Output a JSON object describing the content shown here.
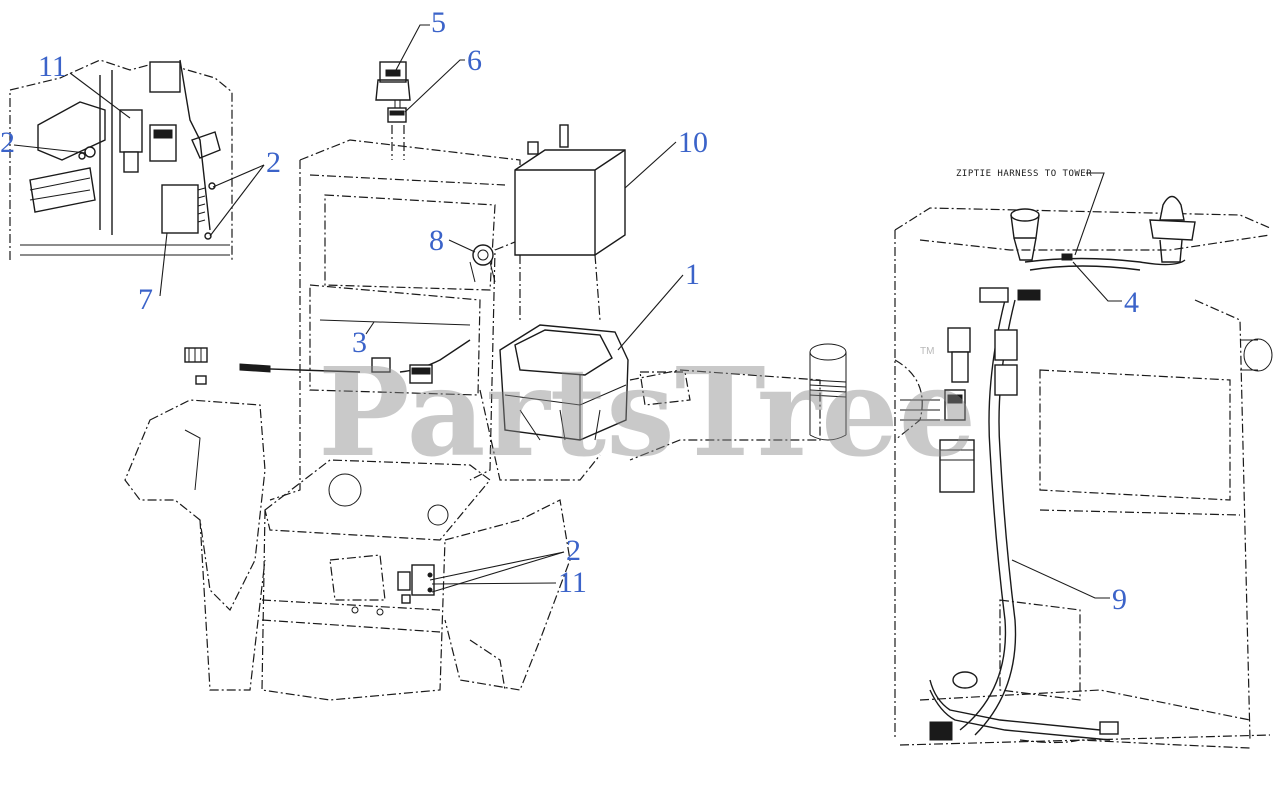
{
  "watermark": {
    "text": "PartsTree",
    "tm": "TM"
  },
  "note": {
    "text": "ZIPTIE HARNESS TO TOWER"
  },
  "callouts": {
    "c1": "1",
    "c2a": "2",
    "c2b": "2",
    "c2c": "2",
    "c3": "3",
    "c4": "4",
    "c5": "5",
    "c6": "6",
    "c7": "7",
    "c8": "8",
    "c9": "9",
    "c10": "10",
    "c11a": "11",
    "c11b": "11"
  },
  "colors": {
    "callout": "#3b63c9",
    "line": "#1a1a1a",
    "watermark": "#8a8a8a"
  }
}
